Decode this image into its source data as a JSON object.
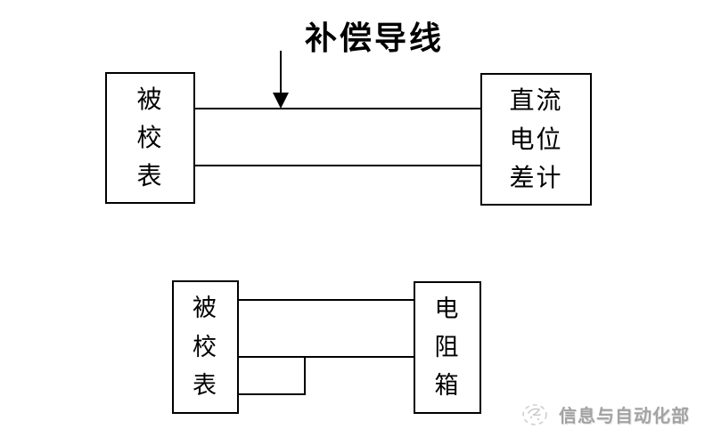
{
  "top_diagram": {
    "annotation": "补偿导线",
    "left_box": {
      "label": "被校表",
      "lines": [
        "被",
        "校",
        "表"
      ]
    },
    "right_box": {
      "label": "直流电位差计",
      "lines": [
        "直流",
        "电位",
        "差计"
      ]
    }
  },
  "bottom_diagram": {
    "left_box": {
      "label": "被校表",
      "lines": [
        "被",
        "校",
        "表"
      ]
    },
    "right_box": {
      "label": "电阻箱",
      "lines": [
        "电",
        "阻",
        "箱"
      ]
    }
  },
  "watermark": {
    "text": "信息与自动化部"
  },
  "colors": {
    "line": "#000000",
    "background": "#ffffff",
    "watermark_text": "#a3a3a3"
  }
}
